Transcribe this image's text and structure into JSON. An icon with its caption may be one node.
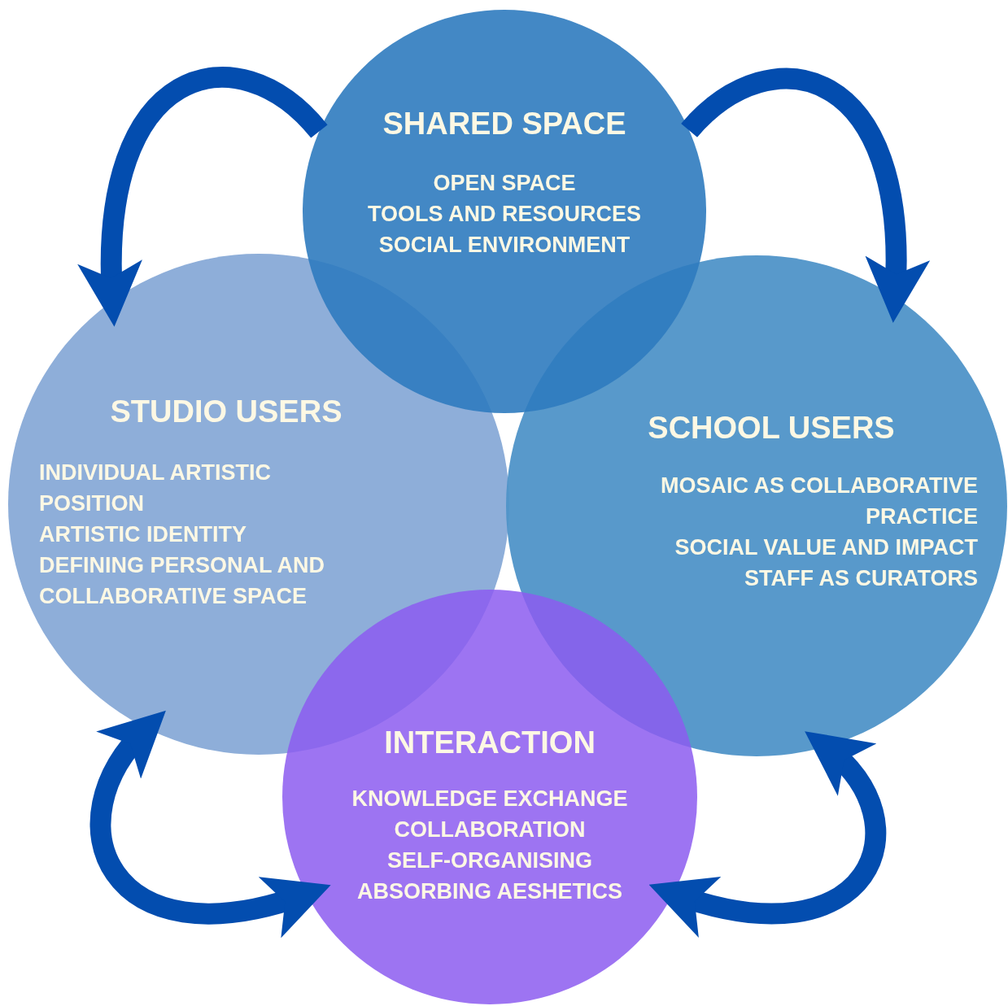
{
  "diagram": {
    "nodes": [
      {
        "text": [
          "SHARED SPACE",
          "OPEN SPACE",
          "TOOLS AND RESOURCES",
          "SOCIAL ENVIRONMENT"
        ]
      },
      {
        "text": [
          "STUDIO USERS",
          "INDIVIDUAL ARTISTIC POSITION",
          "ARTISTIC IDENTITY",
          "DEFINING PERSONAL AND COLLABORATIVE SPACE"
        ]
      },
      {
        "text": [
          "SCHOOL USERS",
          "MOSAIC AS COLLABORATIVE PRACTICE",
          "SOCIAL VALUE AND IMPACT",
          "STAFF AS CURATORS"
        ]
      },
      {
        "text": [
          "INTERACTION",
          "KNOWLEDGE EXCHANGE",
          "COLLABORATION",
          "SELF-ORGANISING",
          "ABSORBING AESHETICS"
        ]
      }
    ],
    "edges": [
      {
        "from": 0,
        "to": 1,
        "arrow": "to"
      },
      {
        "from": 0,
        "to": 2,
        "arrow": "to"
      },
      {
        "from": 1,
        "to": 3,
        "arrow": "both"
      },
      {
        "from": 2,
        "to": 3,
        "arrow": "both"
      }
    ]
  }
}
